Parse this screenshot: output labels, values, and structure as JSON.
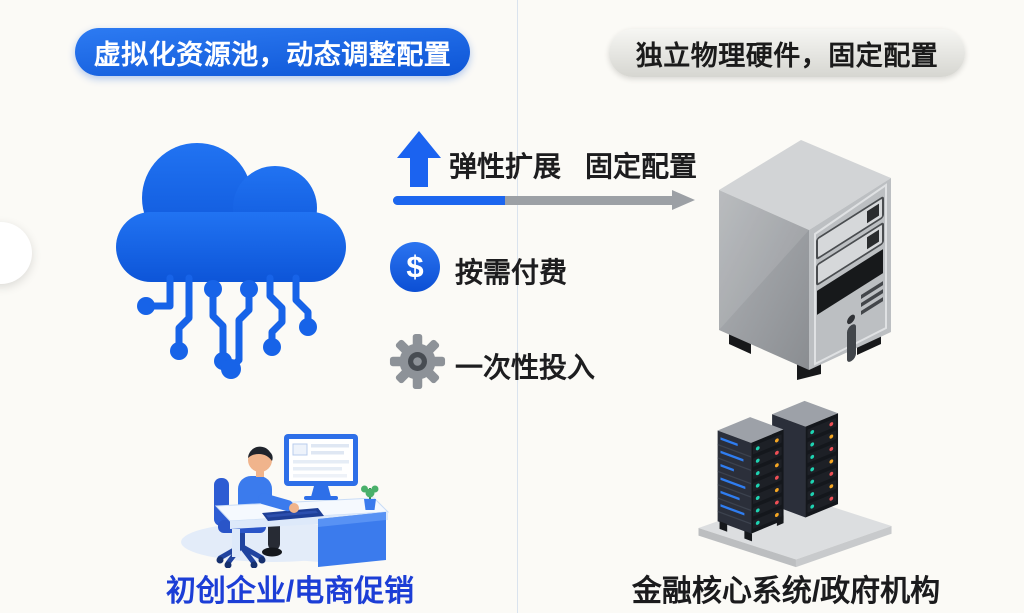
{
  "badges": {
    "left": "虚拟化资源池，动态调整配置",
    "right": "独立物理硬件，固定配置"
  },
  "features": {
    "row1_left": "弹性扩展",
    "row1_right": "固定配置",
    "row2": "按需付费",
    "row3": "一次性投入"
  },
  "icons": {
    "dollar_glyph": "$",
    "up_arrow": "up-arrow-icon",
    "dollar_circle": "dollar-circle-icon",
    "gear": "gear-icon",
    "cloud": "cloud-circuit-icon",
    "tower": "server-tower-icon",
    "workstation": "person-at-desk-illustration",
    "racks": "server-racks-illustration",
    "carousel": "carousel-prev-button"
  },
  "captions": {
    "left": "初创企业/电商促销",
    "right": "金融核心系统/政府机构"
  },
  "progress_bar": {
    "filled_ratio": 0.38
  },
  "colors": {
    "background": "#fbfaf6",
    "badge_blue_top": "#2d7bf2",
    "badge_blue_bottom": "#0d55d6",
    "badge_gray": "#e0e0dc",
    "accent_blue": "#1c66ef",
    "bar_gray": "#9ca0a5",
    "caption_blue": "#1c3ed6",
    "text_dark": "#1d1d1f",
    "gear_gray": "#8d9298",
    "led_teal": "#1ed3b2",
    "led_orange": "#f5a623",
    "led_red": "#ef4f55"
  }
}
